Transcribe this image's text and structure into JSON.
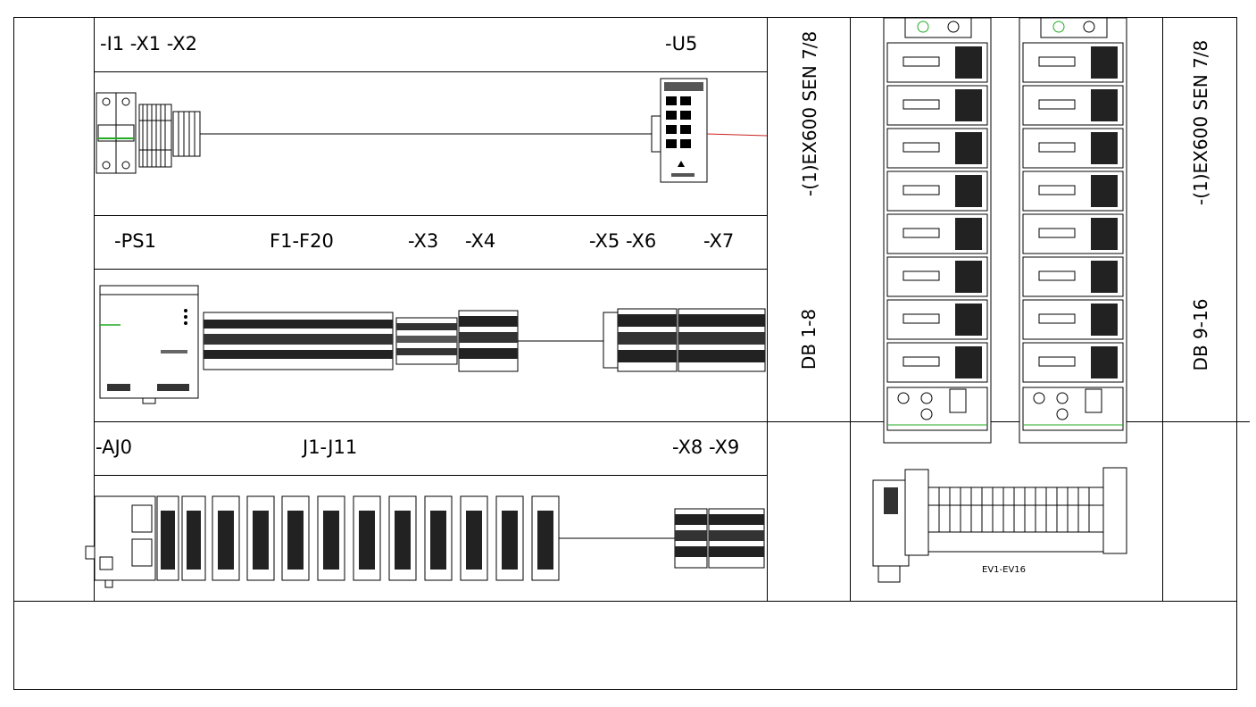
{
  "labels": {
    "top_left": "-I1 -X1 -X2",
    "top_right": "-U5",
    "row2_ps": "-PS1",
    "row2_fuses": "F1-F20",
    "row2_x3": "-X3",
    "row2_x4": "-X4",
    "row2_x5x6": "-X5 -X6",
    "row2_x7": "-X7",
    "row3_aj": "-AJ0",
    "row3_j": "J1-J11",
    "row3_x8x9": "-X8 -X9",
    "valves": "EV1-EV16"
  },
  "vertical_labels": {
    "left_sen": "-(1)EX600 SEN 7/8",
    "left_db": "DB 1-8",
    "right_sen": "-(1)EX600 SEN 7/8",
    "right_db": "DB 9-16"
  },
  "colors": {
    "line": "#000000",
    "green_wire": "#22aa22",
    "red_wire": "#cc2222",
    "background": "#ffffff"
  }
}
